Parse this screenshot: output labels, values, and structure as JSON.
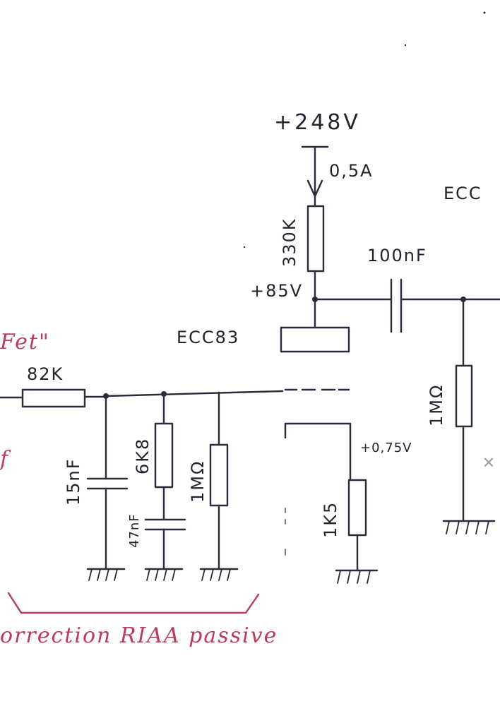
{
  "schematic": {
    "supply": "+248V",
    "current": "0,5A",
    "anode_resistor": "330K",
    "anode_voltage": "+85V",
    "coupling_cap": "100nF",
    "tube": "ECC83",
    "tube_right": "ECC",
    "grid_resistor": "1MΩ",
    "series_resistor": "82K",
    "cap_15n": "15nF",
    "resistor_6k8": "6K8",
    "cap_47n": "47nF",
    "shunt_resistor": "1MΩ",
    "cathode_voltage": "+0,75V",
    "cathode_resistor": "1K5",
    "left_fragment": "Fet\"",
    "left_fragment2": "f",
    "annotation": "orrection  RIAA passive"
  }
}
